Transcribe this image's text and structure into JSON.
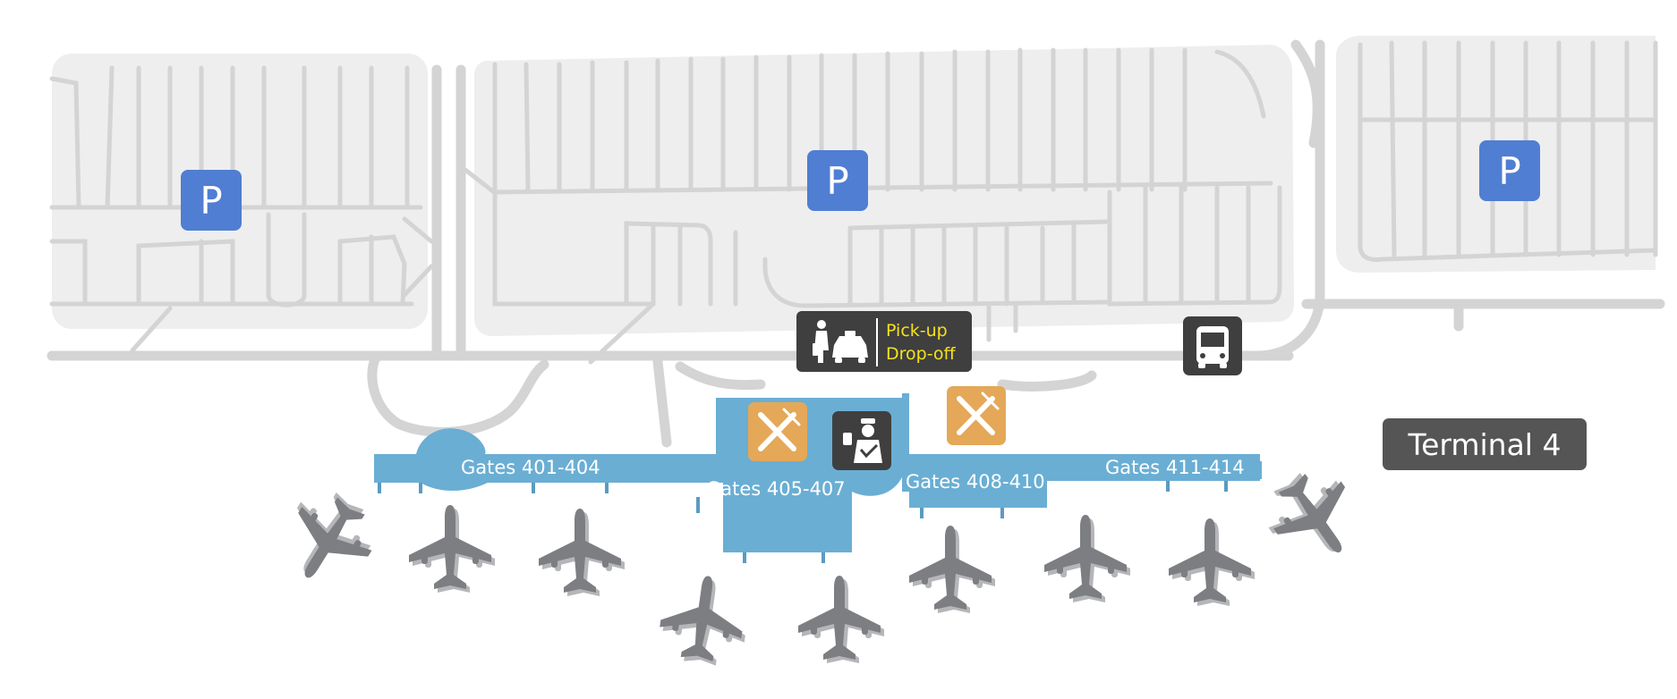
{
  "terminal": {
    "name": "Terminal 4"
  },
  "parking": {
    "label": "P"
  },
  "pickup": {
    "line1": "Pick-up",
    "line2": "Drop-off"
  },
  "gates": [
    {
      "label": "Gates 401-404"
    },
    {
      "label": "Gates 405-407"
    },
    {
      "label": "Gates 408-410"
    },
    {
      "label": "Gates 411-414"
    }
  ],
  "icons": {
    "parking": "parking-icon",
    "taxi": "taxi-icon",
    "bus": "bus-icon",
    "restaurant": "restaurant-icon",
    "security": "security-check-icon",
    "airplane": "airplane-icon"
  },
  "colors": {
    "terminal_building": "#6aaed4",
    "parking_sign": "#4f7ed3",
    "restaurant_sign": "#e4a858",
    "dark_sign": "#3f3f3f",
    "road": "#d4d4d4",
    "parking_lot": "#eeeeee",
    "airplane": "#7c7e82",
    "pickup_text": "#f5e21b"
  }
}
